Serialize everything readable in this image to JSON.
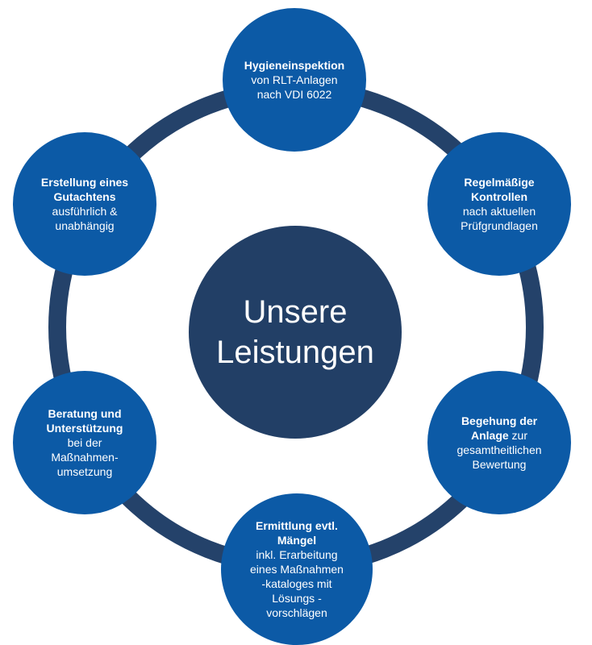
{
  "center": {
    "line1": "Unsere",
    "line2": "Leistungen"
  },
  "nodes": [
    {
      "id": "hygieneinspektion",
      "bold": [
        "Hygieneinspektion"
      ],
      "regular": [
        "von RLT-Anlagen",
        "nach VDI 6022"
      ]
    },
    {
      "id": "kontrollen",
      "bold": [
        "Regelmäßige",
        "Kontrollen"
      ],
      "regular": [
        "nach aktuellen",
        "Prüfgrundlagen"
      ]
    },
    {
      "id": "begehung",
      "bold": [
        "Begehung der"
      ],
      "mixed": {
        "bold": "Anlage",
        "regular": " zur"
      },
      "regular": [
        "gesamtheitlichen",
        "Bewertung"
      ]
    },
    {
      "id": "maengel",
      "bold": [
        "Ermittlung evtl.",
        "Mängel"
      ],
      "regular": [
        "inkl. Erarbeitung",
        "eines Maßnahmen",
        "-kataloges mit",
        "Lösungs -",
        "vorschlägen"
      ]
    },
    {
      "id": "beratung",
      "bold": [
        "Beratung und",
        "Unterstützung"
      ],
      "regular": [
        "bei der",
        "Maßnahmen-",
        "umsetzung"
      ]
    },
    {
      "id": "gutachten",
      "bold": [
        "Erstellung eines",
        "Gutachtens"
      ],
      "regular": [
        "ausführlich &",
        "unabhängig"
      ]
    }
  ],
  "colors": {
    "ring": "#24426a",
    "node": "#0c5aa6",
    "center": "#223f66",
    "text": "#ffffff"
  }
}
